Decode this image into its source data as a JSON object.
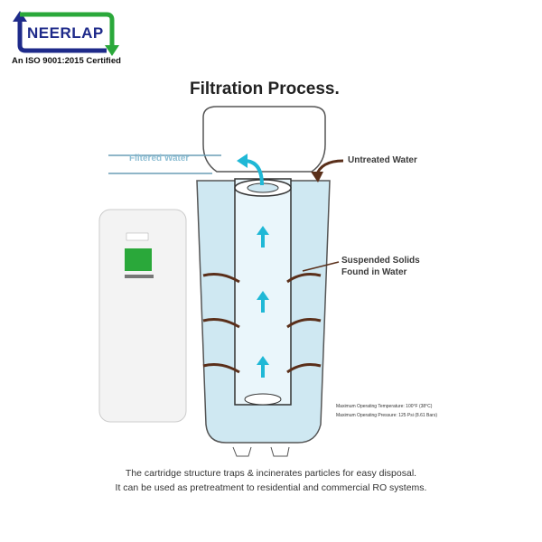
{
  "logo": {
    "brand": "NEERLAP",
    "tagline": "An ISO 9001:2015 Certified"
  },
  "title": "Filtration Process.",
  "labels": {
    "filtered_water": "Filtered Water",
    "untreated_water": "Untreated Water",
    "suspended_solids_1": "Suspended Solids",
    "suspended_solids_2": "Found in Water"
  },
  "specs": {
    "temperature": "Maximum Operating Temperature: 100°F (38°C)",
    "pressure": "Maximum Operating Pressure: 125 Psi (8.61 Bars)"
  },
  "caption": {
    "line1": "The cartridge structure traps & incinerates particles for easy disposal.",
    "line2": "It can be used as pretreatment to residential and commercial RO systems."
  },
  "colors": {
    "logo_blue": "#1e2a8a",
    "logo_green": "#2aa83a",
    "water": "#cfe8f2",
    "arrow_cyan": "#1fb8d6",
    "arrow_brown": "#5a2f1a"
  }
}
